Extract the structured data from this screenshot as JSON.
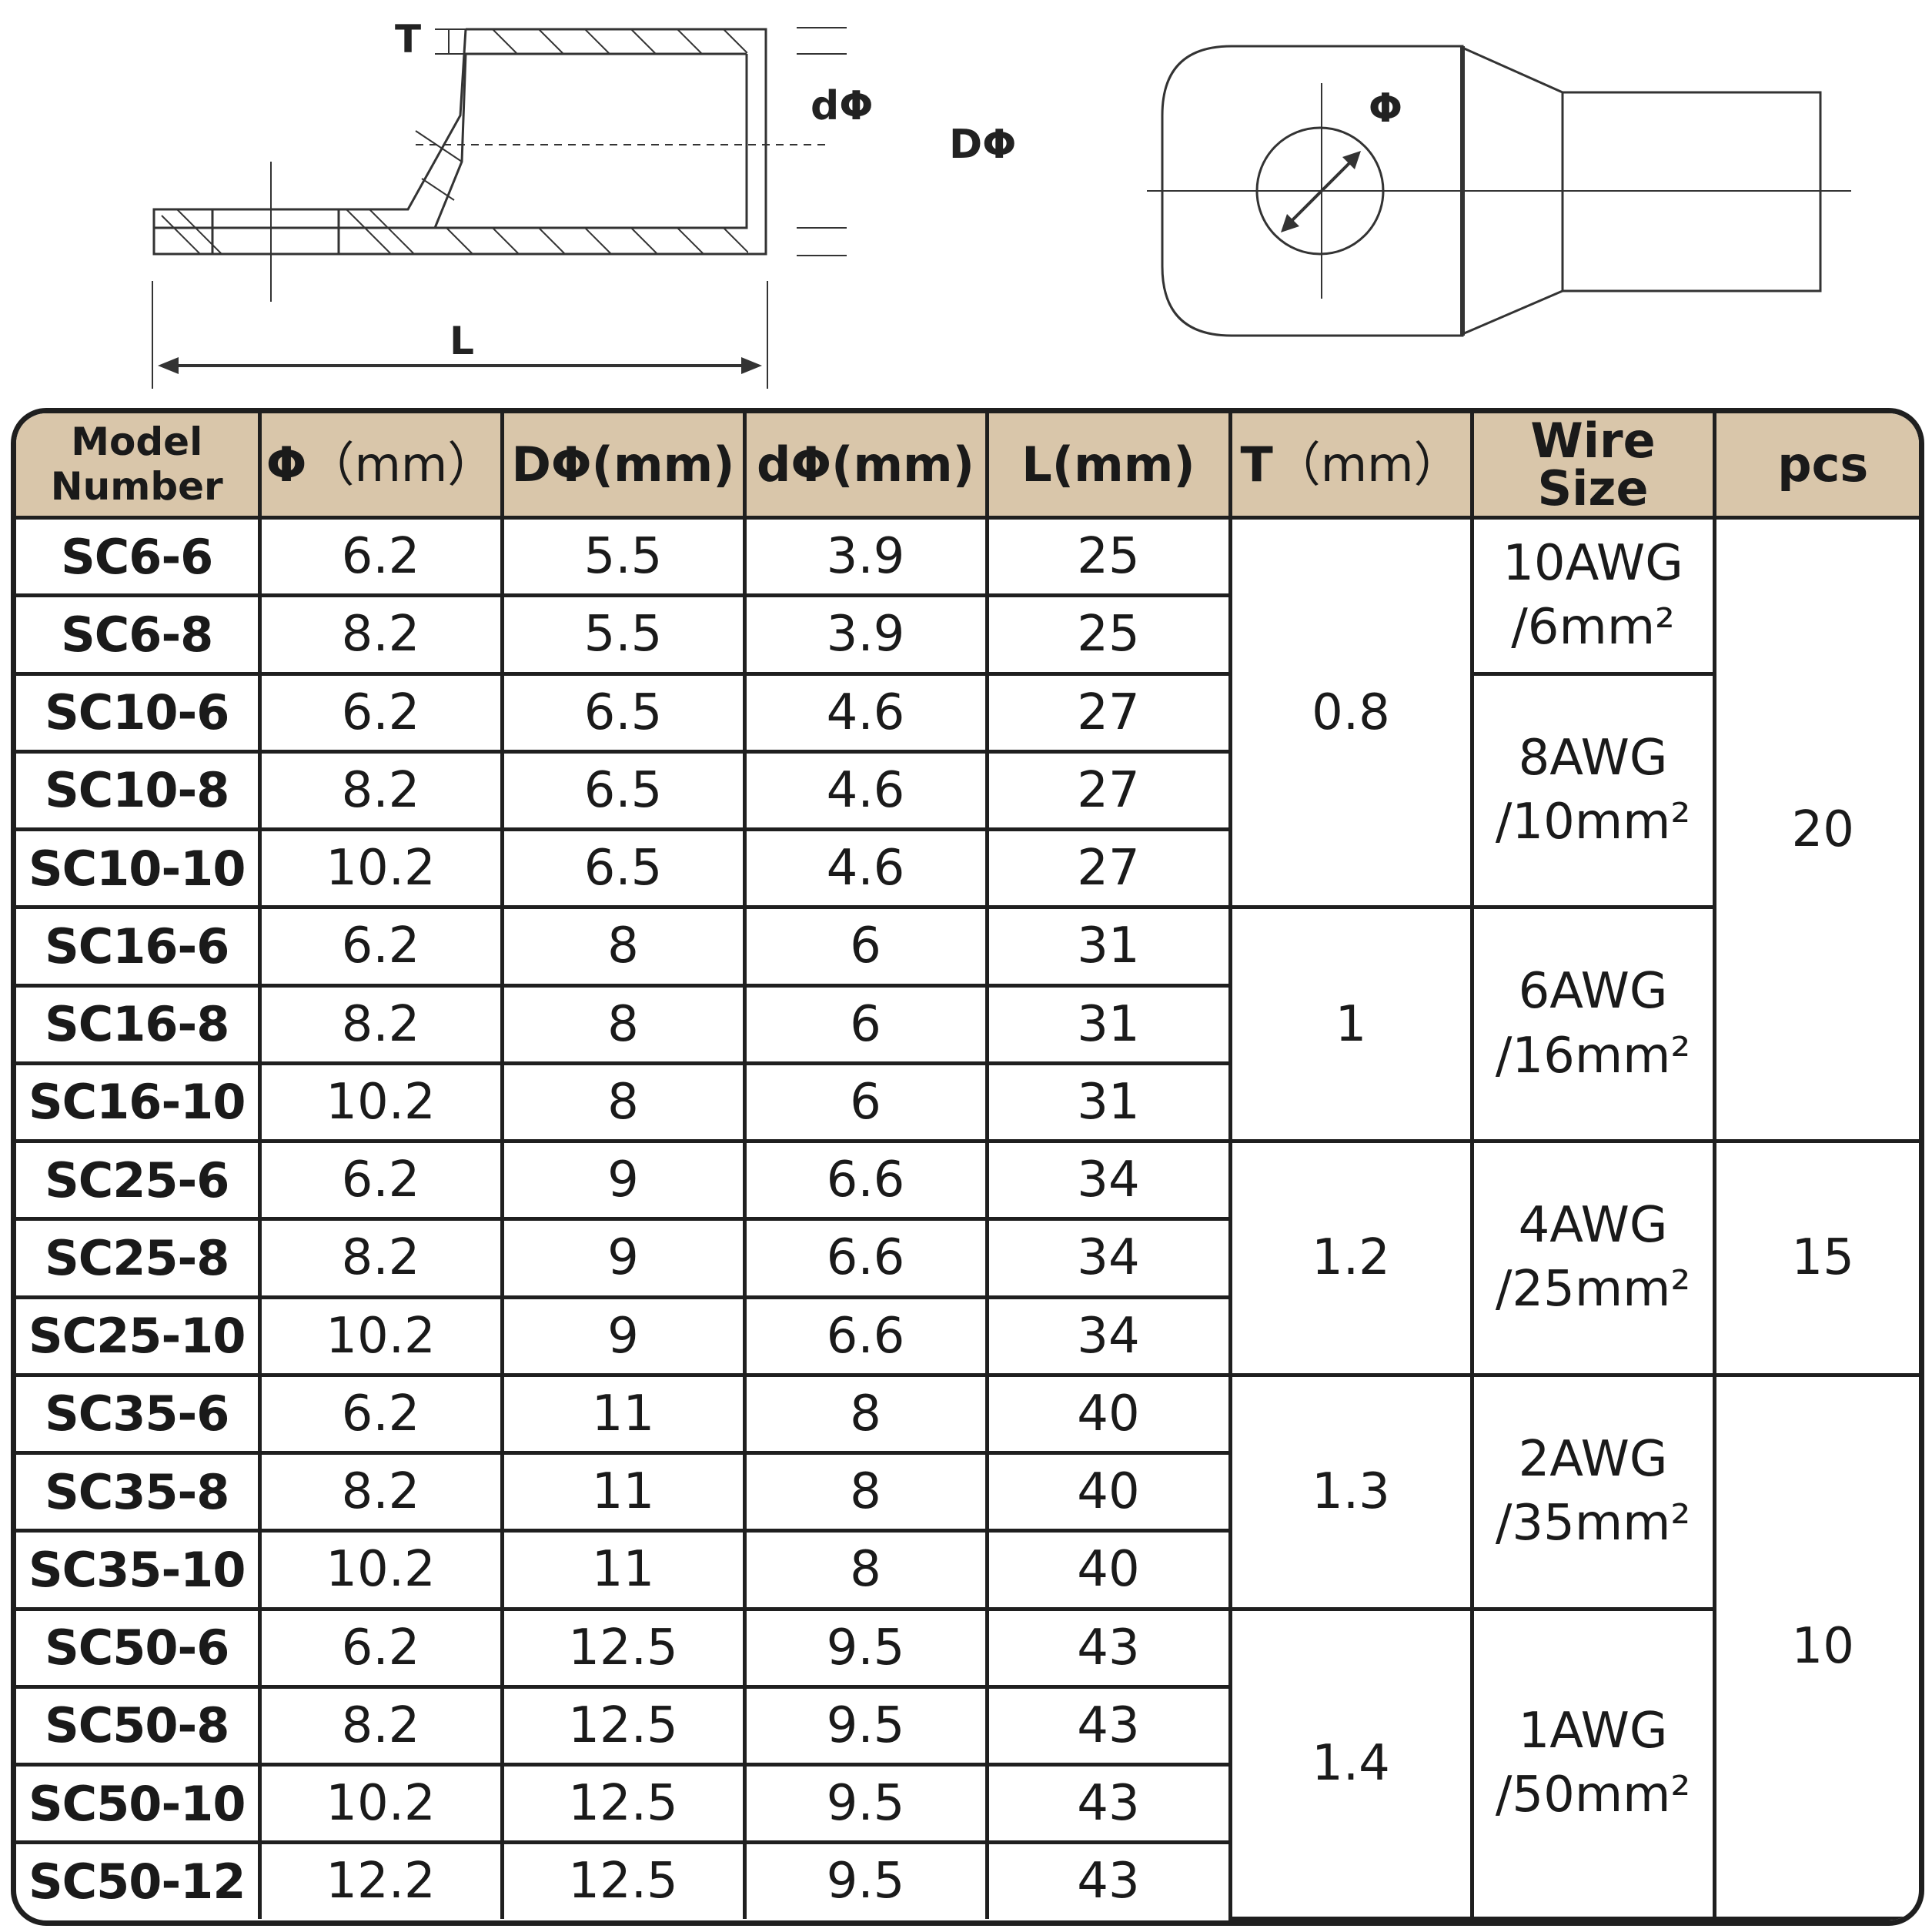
{
  "diagram": {
    "side_labels": {
      "t": "T",
      "d_small": "dΦ",
      "d_large": "DΦ",
      "length": "L"
    },
    "top_labels": {
      "hole": "Φ"
    }
  },
  "table": {
    "headers": {
      "model_line1": "Model",
      "model_line2": "Number",
      "phi_symbol": "Φ",
      "phi_unit": "（mm）",
      "d_outer": "DΦ(mm)",
      "d_inner": "dΦ(mm)",
      "length": "L(mm)",
      "t_symbol": "T",
      "t_unit": "（mm）",
      "wire": "Wire Size",
      "pcs": "pcs"
    },
    "rows": [
      {
        "model": "SC6-6",
        "phi": "6.2",
        "d_outer": "5.5",
        "d_inner": "3.9",
        "length": "25"
      },
      {
        "model": "SC6-8",
        "phi": "8.2",
        "d_outer": "5.5",
        "d_inner": "3.9",
        "length": "25"
      },
      {
        "model": "SC10-6",
        "phi": "6.2",
        "d_outer": "6.5",
        "d_inner": "4.6",
        "length": "27"
      },
      {
        "model": "SC10-8",
        "phi": "8.2",
        "d_outer": "6.5",
        "d_inner": "4.6",
        "length": "27"
      },
      {
        "model": "SC10-10",
        "phi": "10.2",
        "d_outer": "6.5",
        "d_inner": "4.6",
        "length": "27"
      },
      {
        "model": "SC16-6",
        "phi": "6.2",
        "d_outer": "8",
        "d_inner": "6",
        "length": "31"
      },
      {
        "model": "SC16-8",
        "phi": "8.2",
        "d_outer": "8",
        "d_inner": "6",
        "length": "31"
      },
      {
        "model": "SC16-10",
        "phi": "10.2",
        "d_outer": "8",
        "d_inner": "6",
        "length": "31"
      },
      {
        "model": "SC25-6",
        "phi": "6.2",
        "d_outer": "9",
        "d_inner": "6.6",
        "length": "34"
      },
      {
        "model": "SC25-8",
        "phi": "8.2",
        "d_outer": "9",
        "d_inner": "6.6",
        "length": "34"
      },
      {
        "model": "SC25-10",
        "phi": "10.2",
        "d_outer": "9",
        "d_inner": "6.6",
        "length": "34"
      },
      {
        "model": "SC35-6",
        "phi": "6.2",
        "d_outer": "11",
        "d_inner": "8",
        "length": "40"
      },
      {
        "model": "SC35-8",
        "phi": "8.2",
        "d_outer": "11",
        "d_inner": "8",
        "length": "40"
      },
      {
        "model": "SC35-10",
        "phi": "10.2",
        "d_outer": "11",
        "d_inner": "8",
        "length": "40"
      },
      {
        "model": "SC50-6",
        "phi": "6.2",
        "d_outer": "12.5",
        "d_inner": "9.5",
        "length": "43"
      },
      {
        "model": "SC50-8",
        "phi": "8.2",
        "d_outer": "12.5",
        "d_inner": "9.5",
        "length": "43"
      },
      {
        "model": "SC50-10",
        "phi": "10.2",
        "d_outer": "12.5",
        "d_inner": "9.5",
        "length": "43"
      },
      {
        "model": "SC50-12",
        "phi": "12.2",
        "d_outer": "12.5",
        "d_inner": "9.5",
        "length": "43"
      }
    ],
    "thickness_groups": [
      "0.8",
      "1",
      "1.2",
      "1.3",
      "1.4"
    ],
    "wire_groups": [
      {
        "awg": "10AWG",
        "mm2": "/6mm²"
      },
      {
        "awg": "8AWG",
        "mm2": "/10mm²"
      },
      {
        "awg": "6AWG",
        "mm2": "/16mm²"
      },
      {
        "awg": "4AWG",
        "mm2": "/25mm²"
      },
      {
        "awg": "2AWG",
        "mm2": "/35mm²"
      },
      {
        "awg": "1AWG",
        "mm2": "/50mm²"
      }
    ],
    "pcs_groups": [
      "20",
      "15",
      "10"
    ]
  }
}
